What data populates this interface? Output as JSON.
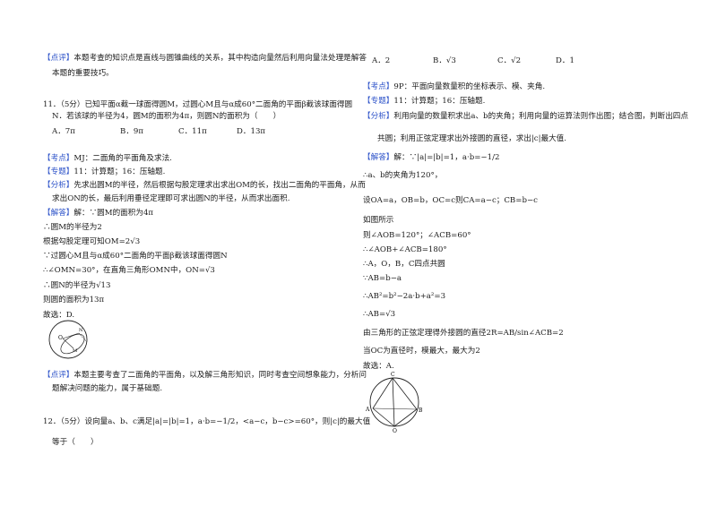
{
  "left": {
    "top_review": {
      "tag": "【点评】",
      "line1": "本题考查的知识点是直线与圆锥曲线的关系，其中构造向量然后利用向量法处理是解答",
      "line2": "本题的重要技巧。"
    },
    "q11": {
      "line1": "11．（5分）已知平面α截一球面得圆M，过圆心M且与α成60°二面角的平面β截该球面得圆",
      "line2": "N．若该球的半径为4，圆M的面积为4π，则圆N的面积为（　　）",
      "options": [
        "A．7π",
        "B．9π",
        "C．11π",
        "D．13π"
      ]
    },
    "q11_sol": {
      "kaodian_tag": "【考点】",
      "kaodian": "MJ：二面角的平面角及求法.",
      "zhuanti_tag": "【专题】",
      "zhuanti": "11：计算题；16：压轴题.",
      "fenxi_tag": "【分析】",
      "fenxi1": "先求出圆M的半径，然后根据勾股定理求出求出OM的长，找出二面角的平面角，从而",
      "fenxi2": "求出ON的长，最后利用垂径定理即可求出圆N的半径，从而求出面积.",
      "jieda_tag": "【解答】",
      "jieda": "解：∵圆M的面积为4π",
      "steps": [
        "∴圆M的半径为2",
        "根据勾股定理可知OM=2√3",
        "∵过圆心M且与α成60°二面角的平面β截该球面得圆N",
        "∴∠OMN=30°，在直角三角形OMN中，ON=√3",
        "∴圆N的半径为√13",
        "则圆的面积为13π",
        "故选：D."
      ],
      "fig_labels": [
        "O",
        "N",
        "M"
      ],
      "review_tag": "【点评】",
      "review1": "本题主要考查了二面角的平面角，以及解三角形知识，同时考查空间想象能力，分析问",
      "review2": "题解决问题的能力，属于基础题."
    },
    "q12": {
      "line1": "12．（5分）设向量a、b、c满足|a|=|b|=1，a·b=−1/2，<a−c，b−c>=60°，则|c|的最大值",
      "line2": "等于（　　）"
    }
  },
  "right": {
    "options": [
      "A．2",
      "B．√3",
      "C．√2",
      "D．1"
    ],
    "kaodian_tag": "【考点】",
    "kaodian": "9P：平面向量数量积的坐标表示、模、夹角.",
    "zhuanti_tag": "【专题】",
    "zhuanti": "11：计算题；16：压轴题.",
    "fenxi_tag": "【分析】",
    "fenxi1": "利用向量的数量积求出a、b的夹角；利用向量的运算法则作出图；结合图，判断出四点",
    "fenxi2": "共圆；利用正弦定理求出外接圆的直径，求出|c|最大值.",
    "jieda_tag": "【解答】",
    "jieda": "解：∵|a|=|b|=1，a·b=−1/2",
    "steps": [
      "∴a、b的夹角为120°，",
      "设OA=a，OB=b，OC=c则CA=a−c；CB=b−c",
      "如图所示",
      "则∠AOB=120°；∠ACB=60°",
      "∴∠AOB+∠ACB=180°",
      "∴A，O，B，C四点共圆",
      "∵AB=b−a",
      "∴AB²=b²−2a·b+a²=3",
      "∴AB=√3",
      "由三角形的正弦定理得外接圆的直径2R=AB/sin∠ACB=2",
      "当OC为直径时，模最大，最大为2",
      "故选：A."
    ],
    "fig_labels": [
      "C",
      "A",
      "B",
      "O"
    ]
  }
}
